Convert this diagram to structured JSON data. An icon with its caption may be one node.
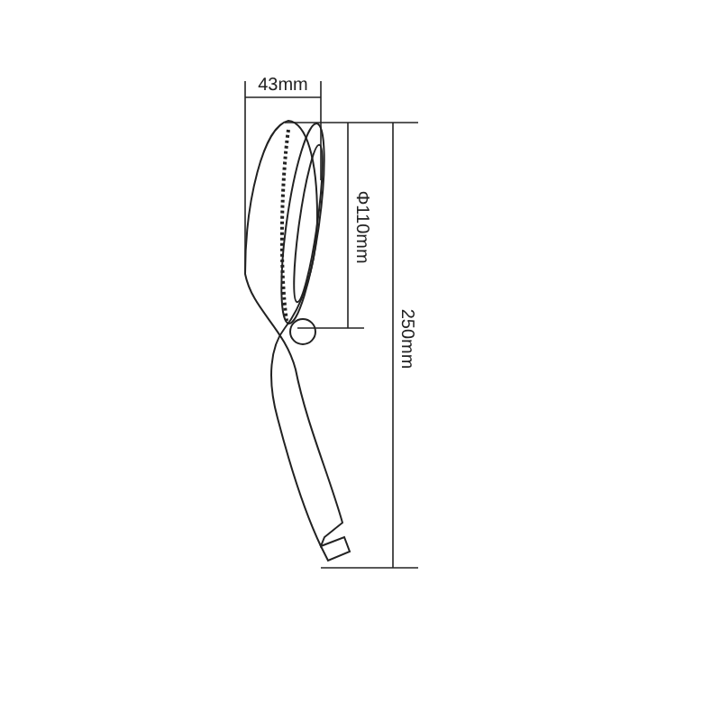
{
  "diagram": {
    "labels": [
      "43mm",
      "Φ110mm",
      "250mm"
    ]
  }
}
